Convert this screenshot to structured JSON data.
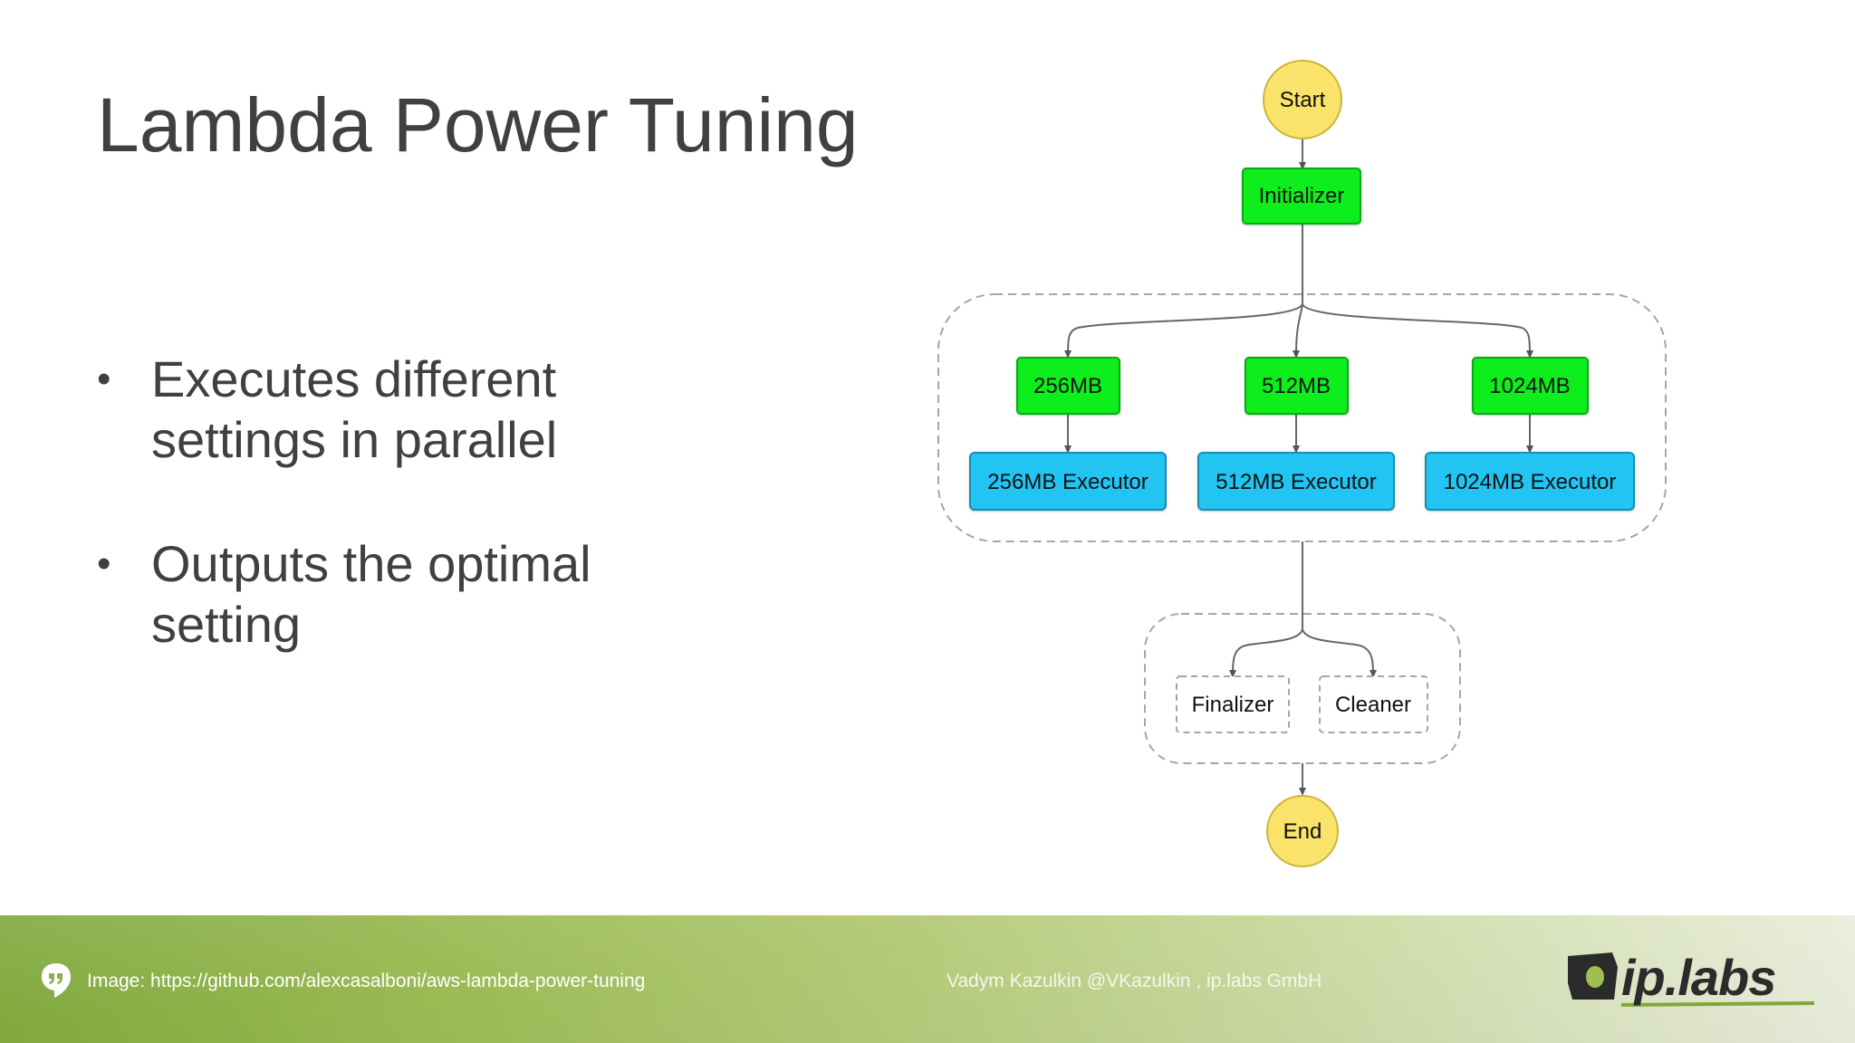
{
  "slide": {
    "title": "Lambda Power Tuning",
    "bullets": [
      {
        "line1": "Executes different",
        "line2": "settings in parallel"
      },
      {
        "line1": "Outputs the optimal",
        "line2": "setting"
      }
    ]
  },
  "diagram": {
    "start": "Start",
    "initializer": "Initializer",
    "branches": [
      {
        "memory": "256MB",
        "executor": "256MB Executor"
      },
      {
        "memory": "512MB",
        "executor": "512MB Executor"
      },
      {
        "memory": "1024MB",
        "executor": "1024MB Executor"
      }
    ],
    "finalizer": "Finalizer",
    "cleaner": "Cleaner",
    "end": "End",
    "colors": {
      "terminal": "#f9e36a",
      "task": "#11ee1a",
      "executor": "#22c4f2",
      "group_border": "#a6a6a6"
    }
  },
  "footer": {
    "source": "Image: https://github.com/alexcasalboni/aws-lambda-power-tuning",
    "author": "Vadym Kazulkin @VKazulkin , ip.labs GmbH",
    "logo": "ip.labs",
    "icon": "speech-bubble-quote-icon"
  }
}
